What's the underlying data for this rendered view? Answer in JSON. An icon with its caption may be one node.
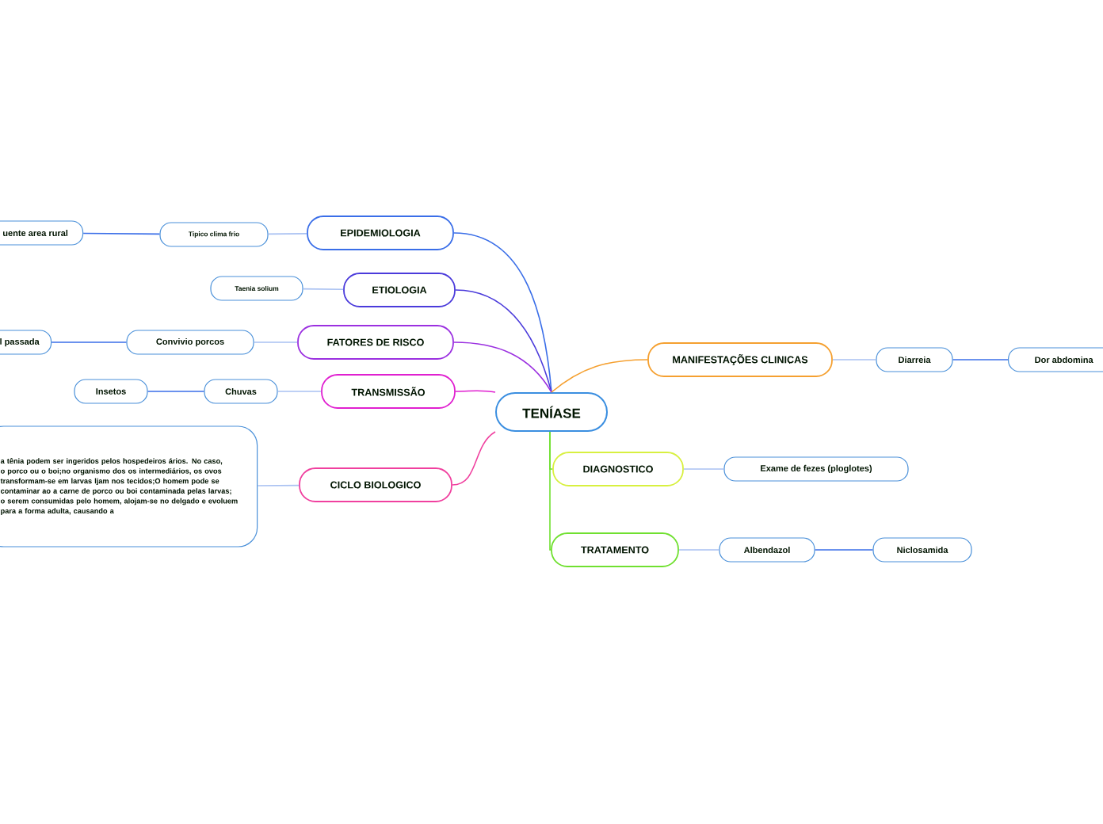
{
  "diagram": {
    "nodes": [
      {
        "text": [
          "TENÍASE"
        ]
      },
      {
        "text": [
          "EPIDEMIOLOGIA"
        ]
      },
      {
        "text": [
          "Tipico clima frio"
        ]
      },
      {
        "text": [
          "uente area rural"
        ]
      },
      {
        "text": [
          "ETIOLOGIA"
        ]
      },
      {
        "text": [
          "Taenia solium"
        ]
      },
      {
        "text": [
          "FATORES DE RISCO"
        ]
      },
      {
        "text": [
          "Convivio porcos"
        ]
      },
      {
        "text": [
          "l passada"
        ]
      },
      {
        "text": [
          "TRANSMISSÃO"
        ]
      },
      {
        "text": [
          "Chuvas"
        ]
      },
      {
        "text": [
          "Insetos"
        ]
      },
      {
        "text": [
          "CICLO BIOLOGICO"
        ]
      },
      {
        "text": [
          "a tênia podem ser ingeridos pelos hospedeiros ários. No caso, o porco ou o boi;no organismo dos os intermediários, os ovos transformam-se em larvas ljam nos tecidos;O homem pode se contaminar ao a carne de porco ou boi contaminada pelas larvas; o serem consumidas pelo homem, alojam-se no delgado e evoluem para a forma adulta, causando a"
        ]
      },
      {
        "text": [
          "MANIFESTAÇÕES CLINICAS"
        ]
      },
      {
        "text": [
          "Diarreia"
        ]
      },
      {
        "text": [
          "Dor abdomina"
        ]
      },
      {
        "text": [
          "DIAGNOSTICO"
        ]
      },
      {
        "text": [
          "Exame de fezes (ploglotes)"
        ]
      },
      {
        "text": [
          "TRATAMENTO"
        ]
      },
      {
        "text": [
          "Albendazol"
        ]
      },
      {
        "text": [
          "Niclosamida"
        ]
      }
    ],
    "edges": [
      {
        "from": 0,
        "to": 1,
        "arrow": "none",
        "color": "#3a6ee8"
      },
      {
        "from": 1,
        "to": 2,
        "arrow": "none",
        "color": "#a9c1f2"
      },
      {
        "from": 2,
        "to": 3,
        "arrow": "none",
        "color": "#3a6ee8"
      },
      {
        "from": 0,
        "to": 4,
        "arrow": "none",
        "color": "#4b3bdb"
      },
      {
        "from": 4,
        "to": 5,
        "arrow": "none",
        "color": "#a9c1f2"
      },
      {
        "from": 0,
        "to": 6,
        "arrow": "none",
        "color": "#9b30e0"
      },
      {
        "from": 6,
        "to": 7,
        "arrow": "none",
        "color": "#a9c1f2"
      },
      {
        "from": 7,
        "to": 8,
        "arrow": "none",
        "color": "#3a6ee8"
      },
      {
        "from": 0,
        "to": 9,
        "arrow": "none",
        "color": "#e020d0"
      },
      {
        "from": 9,
        "to": 10,
        "arrow": "none",
        "color": "#a9c1f2"
      },
      {
        "from": 10,
        "to": 11,
        "arrow": "none",
        "color": "#3a6ee8"
      },
      {
        "from": 0,
        "to": 12,
        "arrow": "none",
        "color": "#f0409f"
      },
      {
        "from": 12,
        "to": 13,
        "arrow": "none",
        "color": "#a9c1f2"
      },
      {
        "from": 0,
        "to": 14,
        "arrow": "none",
        "color": "#f5a030"
      },
      {
        "from": 14,
        "to": 15,
        "arrow": "none",
        "color": "#a9c1f2"
      },
      {
        "from": 15,
        "to": 16,
        "arrow": "none",
        "color": "#3a6ee8"
      },
      {
        "from": 0,
        "to": 17,
        "arrow": "none",
        "color": "#70e030"
      },
      {
        "from": 17,
        "to": 18,
        "arrow": "none",
        "color": "#a9c1f2"
      },
      {
        "from": 0,
        "to": 19,
        "arrow": "none",
        "color": "#70e030"
      },
      {
        "from": 19,
        "to": 20,
        "arrow": "none",
        "color": "#a9c1f2"
      },
      {
        "from": 20,
        "to": 21,
        "arrow": "none",
        "color": "#3a6ee8"
      }
    ]
  }
}
